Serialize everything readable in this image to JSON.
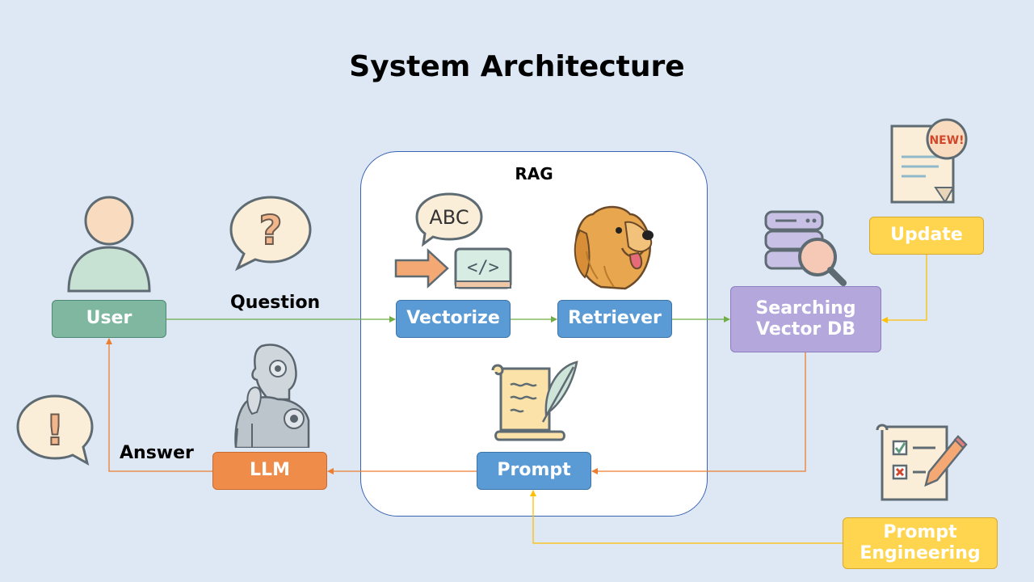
{
  "title": "System Architecture",
  "rag_panel": {
    "label": "RAG"
  },
  "nodes": {
    "user": "User",
    "vectorize": "Vectorize",
    "retriever": "Retriever",
    "searching_vector_db": "Searching\nVector DB",
    "update": "Update",
    "prompt": "Prompt",
    "llm": "LLM",
    "prompt_engineering": "Prompt\nEngineering"
  },
  "edge_labels": {
    "question": "Question",
    "answer": "Answer"
  },
  "icons": {
    "abc_bubble": "ABC",
    "new_badge": "NEW!",
    "question_mark": "?",
    "exclamation_mark": "!"
  },
  "colors": {
    "background": "#dde8f4",
    "rag_border": "#3a63b4",
    "user_node": "#7fb7a1",
    "process_node": "#5b9bd5",
    "db_node": "#b4a7dc",
    "input_node": "#ffd54f",
    "llm_node": "#f08c4a",
    "green_edge": "#70ad47",
    "orange_edge": "#ed7d31",
    "yellow_edge": "#ffc000"
  }
}
